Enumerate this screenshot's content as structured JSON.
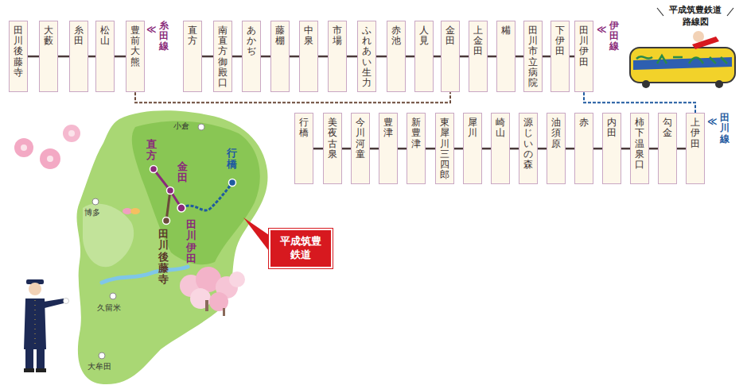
{
  "diagram": {
    "title": "平成筑豊鉄道 路線図",
    "nodes": [
      {
        "text": [
          "田川後藤寺"
        ]
      },
      {
        "text": [
          "大藪"
        ]
      },
      {
        "text": [
          "糸田"
        ]
      },
      {
        "text": [
          "松山"
        ]
      },
      {
        "text": [
          "豊前大熊"
        ]
      },
      {
        "text": [
          "直方"
        ]
      },
      {
        "text": [
          "南直方御殿口"
        ]
      },
      {
        "text": [
          "あかぢ"
        ]
      },
      {
        "text": [
          "藤棚"
        ]
      },
      {
        "text": [
          "中泉"
        ]
      },
      {
        "text": [
          "市場"
        ]
      },
      {
        "text": [
          "ふれあい生力"
        ]
      },
      {
        "text": [
          "赤池"
        ]
      },
      {
        "text": [
          "人見"
        ]
      },
      {
        "text": [
          "金田"
        ]
      },
      {
        "text": [
          "上金田"
        ]
      },
      {
        "text": [
          "糒"
        ]
      },
      {
        "text": [
          "田川市立病院"
        ]
      },
      {
        "text": [
          "下伊田"
        ]
      },
      {
        "text": [
          "田川伊田"
        ]
      },
      {
        "text": [
          "行橋"
        ]
      },
      {
        "text": [
          "美夜古泉"
        ]
      },
      {
        "text": [
          "今川河童"
        ]
      },
      {
        "text": [
          "豊津"
        ]
      },
      {
        "text": [
          "新豊津"
        ]
      },
      {
        "text": [
          "東犀川三四郎"
        ]
      },
      {
        "text": [
          "犀川"
        ]
      },
      {
        "text": [
          "崎山"
        ]
      },
      {
        "text": [
          "源じいの森"
        ]
      },
      {
        "text": [
          "油須原"
        ]
      },
      {
        "text": [
          "赤"
        ]
      },
      {
        "text": [
          "内田"
        ]
      },
      {
        "text": [
          "柿下温泉口"
        ]
      },
      {
        "text": [
          "勾金"
        ]
      },
      {
        "text": [
          "上伊田"
        ]
      },
      {
        "text": [
          "平成筑豊鉄道"
        ]
      }
    ],
    "edges": [
      {
        "from": 0,
        "to": 1,
        "arrow": "none"
      },
      {
        "from": 1,
        "to": 2,
        "arrow": "none"
      },
      {
        "from": 2,
        "to": 3,
        "arrow": "none"
      },
      {
        "from": 3,
        "to": 4,
        "arrow": "none"
      },
      {
        "from": 5,
        "to": 6,
        "arrow": "none"
      },
      {
        "from": 6,
        "to": 7,
        "arrow": "none"
      },
      {
        "from": 7,
        "to": 8,
        "arrow": "none"
      },
      {
        "from": 8,
        "to": 9,
        "arrow": "none"
      },
      {
        "from": 9,
        "to": 10,
        "arrow": "none"
      },
      {
        "from": 10,
        "to": 11,
        "arrow": "none"
      },
      {
        "from": 11,
        "to": 12,
        "arrow": "none"
      },
      {
        "from": 12,
        "to": 13,
        "arrow": "none"
      },
      {
        "from": 13,
        "to": 14,
        "arrow": "none"
      },
      {
        "from": 14,
        "to": 15,
        "arrow": "none"
      },
      {
        "from": 15,
        "to": 16,
        "arrow": "none"
      },
      {
        "from": 16,
        "to": 17,
        "arrow": "none"
      },
      {
        "from": 17,
        "to": 18,
        "arrow": "none"
      },
      {
        "from": 18,
        "to": 19,
        "arrow": "none"
      },
      {
        "from": 4,
        "to": 14,
        "arrow": "none"
      },
      {
        "from": 19,
        "to": 34,
        "arrow": "none"
      },
      {
        "from": 20,
        "to": 21,
        "arrow": "none"
      },
      {
        "from": 21,
        "to": 22,
        "arrow": "none"
      },
      {
        "from": 22,
        "to": 23,
        "arrow": "none"
      },
      {
        "from": 23,
        "to": 24,
        "arrow": "none"
      },
      {
        "from": 24,
        "to": 25,
        "arrow": "none"
      },
      {
        "from": 25,
        "to": 26,
        "arrow": "none"
      },
      {
        "from": 26,
        "to": 27,
        "arrow": "none"
      },
      {
        "from": 27,
        "to": 28,
        "arrow": "none"
      },
      {
        "from": 28,
        "to": 29,
        "arrow": "none"
      },
      {
        "from": 29,
        "to": 30,
        "arrow": "none"
      },
      {
        "from": 30,
        "to": 31,
        "arrow": "none"
      },
      {
        "from": 31,
        "to": 32,
        "arrow": "none"
      },
      {
        "from": 32,
        "to": 33,
        "arrow": "none"
      },
      {
        "from": 33,
        "to": 34,
        "arrow": "none"
      }
    ],
    "labels": [
      "≪",
      "糸田線",
      "≪",
      "伊田線",
      "≪",
      "田川線",
      "小倉",
      "直方",
      "金田",
      "行橋",
      "博多",
      "田川伊田",
      "田川後藤寺",
      "久留米",
      "大牟田"
    ]
  }
}
